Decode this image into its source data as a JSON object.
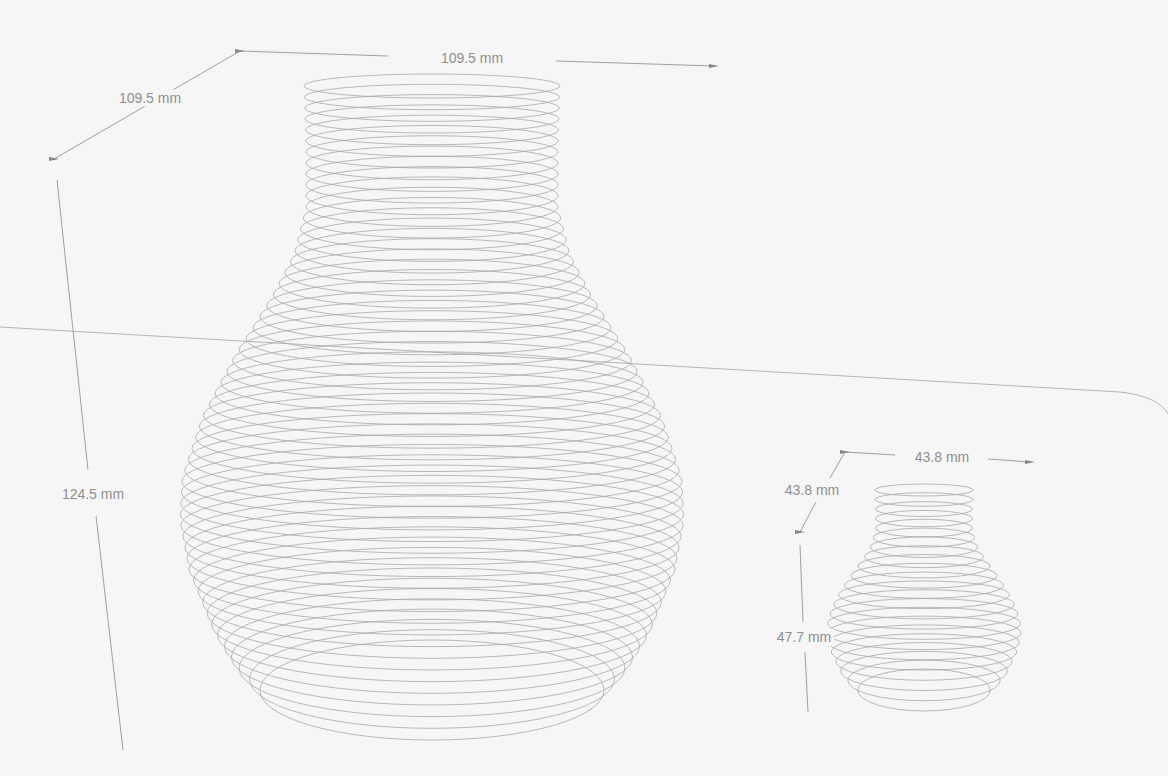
{
  "diagram": {
    "labels": [
      "109.5 mm",
      "109.5 mm",
      "124.5 mm",
      "43.8 mm",
      "43.8 mm",
      "47.7 mm"
    ]
  }
}
